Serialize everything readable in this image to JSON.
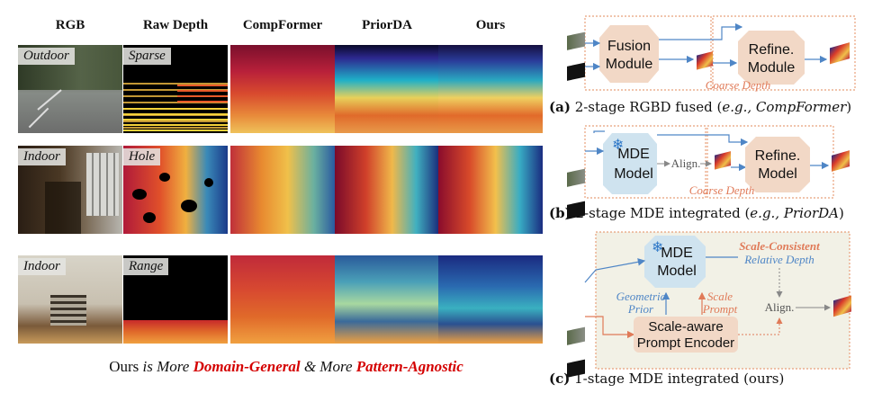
{
  "headers": [
    "RGB",
    "Raw Depth",
    "CompFormer",
    "PriorDA",
    "Ours"
  ],
  "rows": [
    {
      "scene": "Outdoor",
      "pattern": "Sparse"
    },
    {
      "scene": "Indoor",
      "pattern": "Hole"
    },
    {
      "scene": "Indoor",
      "pattern": "Range"
    }
  ],
  "caption": {
    "part1": "Ours",
    "part2": " is More ",
    "part3": "Domain-General",
    "part4": "  & More ",
    "part5": "Pattern-Agnostic"
  },
  "diagram": {
    "a": {
      "module1": [
        "Fusion",
        "Module"
      ],
      "module2": [
        "Refine.",
        "Module"
      ],
      "coarse": "Coarse Depth",
      "label_tag": "(a)",
      "label_text": " 2-stage RGBD fused (",
      "label_eg": "e.g., CompFormer",
      "label_end": ")"
    },
    "b": {
      "module1": [
        "MDE",
        "Model"
      ],
      "align": "Align.",
      "module2": [
        "Refine.",
        "Model"
      ],
      "coarse": "Coarse Depth",
      "label_tag": "(b)",
      "label_text": " 2-stage MDE integrated (",
      "label_eg": "e.g., PriorDA",
      "label_end": ")"
    },
    "c": {
      "module1": [
        "MDE",
        "Model"
      ],
      "scale_consistent": "Scale-Consistent",
      "relative_depth": "Relative Depth",
      "geometric": [
        "Geometric",
        "Prior"
      ],
      "scale_prompt": [
        "Scale",
        "Prompt"
      ],
      "align": "Align.",
      "encoder": [
        "Scale-aware",
        "Prompt Encoder"
      ],
      "label_tag": "(c)",
      "label_text": " 1-stage MDE integrated (ours)"
    }
  },
  "colors": {
    "module_fill": "#f2d8c6",
    "mde_fill": "#cfe3ef",
    "arrow_blue": "#4f86c6",
    "coarse_text": "#e07a58",
    "dashed_orange": "#e8a07a",
    "panel_c_fill": "#f2f1e6",
    "caption_red": "#d40000",
    "snowflake": "#2e78c8"
  }
}
